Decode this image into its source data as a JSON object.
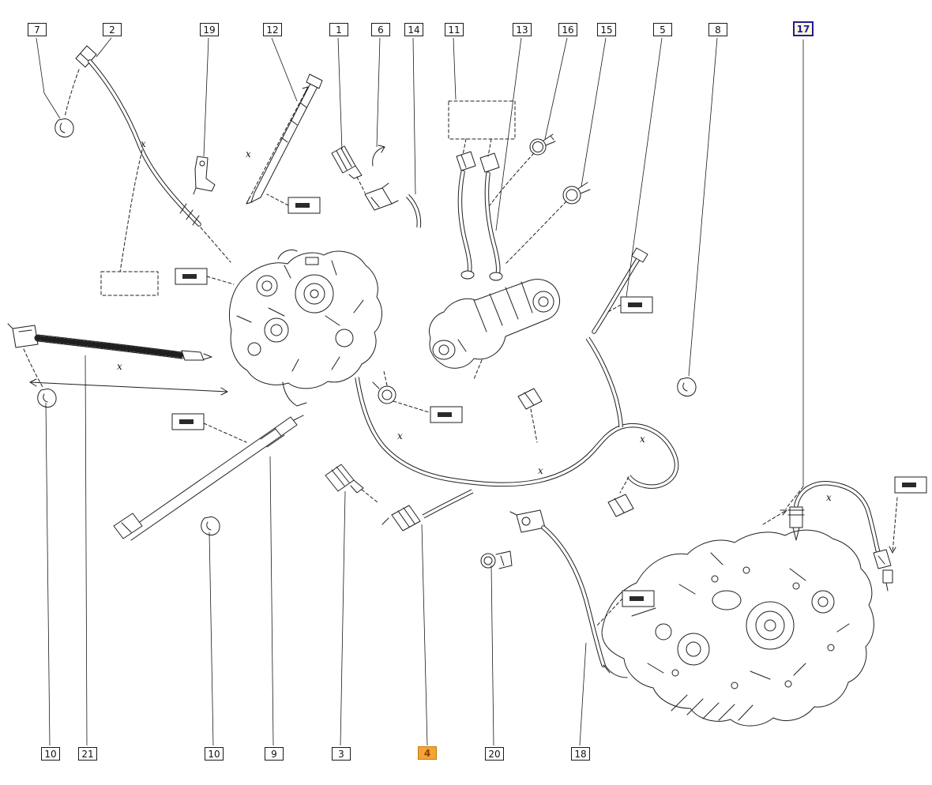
{
  "page": {
    "background_color": "#ffffff"
  },
  "diagram": {
    "type": "exploded-parts-diagram",
    "x_label": "x",
    "colors": {
      "line": "#1a1a1a",
      "callout_border": "#1a1a1a",
      "callout_background": "#ffffff",
      "callout_text": "#111111",
      "orange_highlight_background": "#f3a33a",
      "orange_highlight_border": "#c47f00",
      "orange_highlight_text": "#8f3f00",
      "blue_highlight_border": "#1e1e96",
      "blue_highlight_background": "#fcf7d9",
      "blue_highlight_text": "#1e1e96"
    },
    "callouts_top": [
      {
        "label": "7"
      },
      {
        "label": "2"
      },
      {
        "label": "19"
      },
      {
        "label": "12"
      },
      {
        "label": "1"
      },
      {
        "label": "6"
      },
      {
        "label": "14"
      },
      {
        "label": "11"
      },
      {
        "label": "13"
      },
      {
        "label": "16"
      },
      {
        "label": "15"
      },
      {
        "label": "5"
      },
      {
        "label": "8"
      },
      {
        "label": "17",
        "highlighted": "blue"
      }
    ],
    "callouts_bottom": [
      {
        "label": "10"
      },
      {
        "label": "21"
      },
      {
        "label": "10"
      },
      {
        "label": "9"
      },
      {
        "label": "3"
      },
      {
        "label": "4",
        "highlighted": "orange"
      },
      {
        "label": "20"
      },
      {
        "label": "18"
      }
    ]
  }
}
